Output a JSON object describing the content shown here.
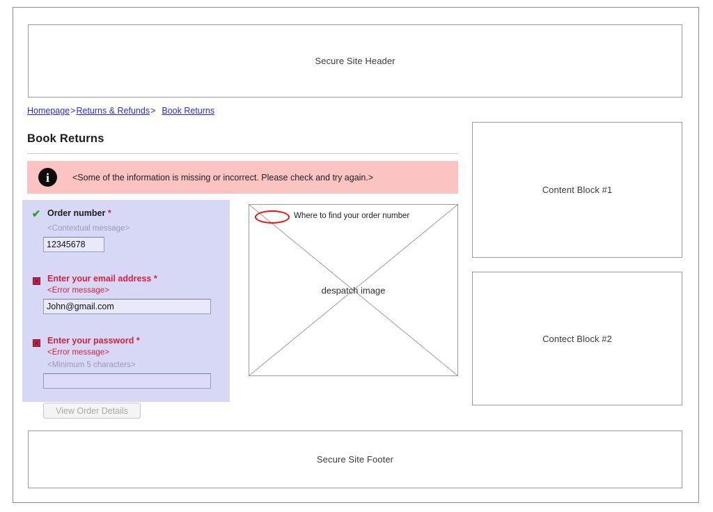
{
  "header": {
    "label": "Secure Site Header"
  },
  "breadcrumb": {
    "items": [
      {
        "label": "Homepage",
        "separator": ">"
      },
      {
        "label": "Returns & Refunds",
        "separator": ">"
      },
      {
        "label": "Book Returns",
        "separator": ""
      }
    ]
  },
  "page": {
    "title": "Book Returns"
  },
  "alert": {
    "icon": "info-icon",
    "message": "<Some of the information is missing or incorrect. Please check and try again.>",
    "background_color": "#fcc3c3"
  },
  "form": {
    "background_color": "#d7d7f6",
    "fields": [
      {
        "id": "order-number",
        "status": "valid",
        "status_icon": "green-check-icon",
        "label": "Order number",
        "required_marker": "*",
        "hint": "<Contextual message>",
        "value": "12345678",
        "placeholder": ""
      },
      {
        "id": "email-address",
        "status": "error",
        "status_icon": "red-error-icon",
        "label": "Enter your email address",
        "required_marker": "*",
        "error": "<Error message>",
        "value": "John@gmail.com",
        "placeholder": ""
      },
      {
        "id": "password",
        "status": "error",
        "status_icon": "red-error-icon",
        "label": "Enter your password",
        "required_marker": "*",
        "error": "<Error message>",
        "hint": "<Minimum 5 characters>",
        "value": "",
        "placeholder": ""
      }
    ],
    "submit": {
      "label": "View Order Details",
      "disabled": true
    }
  },
  "despatch_image": {
    "caption": "despatch image",
    "annotation_label": "Where to find your order number",
    "annotation_color": "#ee1111"
  },
  "content_blocks": [
    {
      "label": "Content Block #1"
    },
    {
      "label": "Contect Block #2"
    }
  ],
  "footer": {
    "label": "Secure Site Footer"
  }
}
